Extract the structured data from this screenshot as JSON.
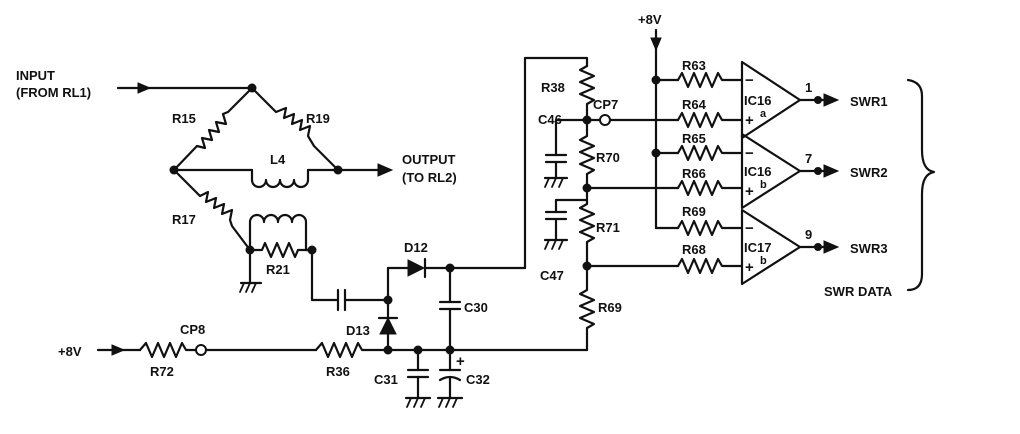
{
  "labels": {
    "input_line1": "INPUT",
    "input_line2": "(FROM RL1)",
    "output_line1": "OUTPUT",
    "output_line2": "(TO RL2)",
    "supply_left": "+8V",
    "supply_top": "+8V",
    "swr_data": "SWR DATA"
  },
  "components": {
    "R15": "R15",
    "R19": "R19",
    "L4": "L4",
    "R17": "R17",
    "R21": "R21",
    "D12": "D12",
    "D13": "D13",
    "C30": "C30",
    "C31": "C31",
    "C32": "C32",
    "CP8": "CP8",
    "R72": "R72",
    "R36": "R36",
    "R38": "R38",
    "CP7": "CP7",
    "C46": "C46",
    "R70": "R70",
    "R71": "R71",
    "C47": "C47",
    "R69_div": "R69",
    "R63": "R63",
    "R64": "R64",
    "R65": "R65",
    "R66": "R66",
    "R69_fb": "R69",
    "R68": "R68"
  },
  "opamps": [
    {
      "name": "IC16",
      "unit": "a",
      "pin": "1",
      "output": "SWR1"
    },
    {
      "name": "IC16",
      "unit": "b",
      "pin": "7",
      "output": "SWR2"
    },
    {
      "name": "IC17",
      "unit": "b",
      "pin": "9",
      "output": "SWR3"
    }
  ],
  "signs": {
    "minus": "−",
    "plus": "+"
  }
}
